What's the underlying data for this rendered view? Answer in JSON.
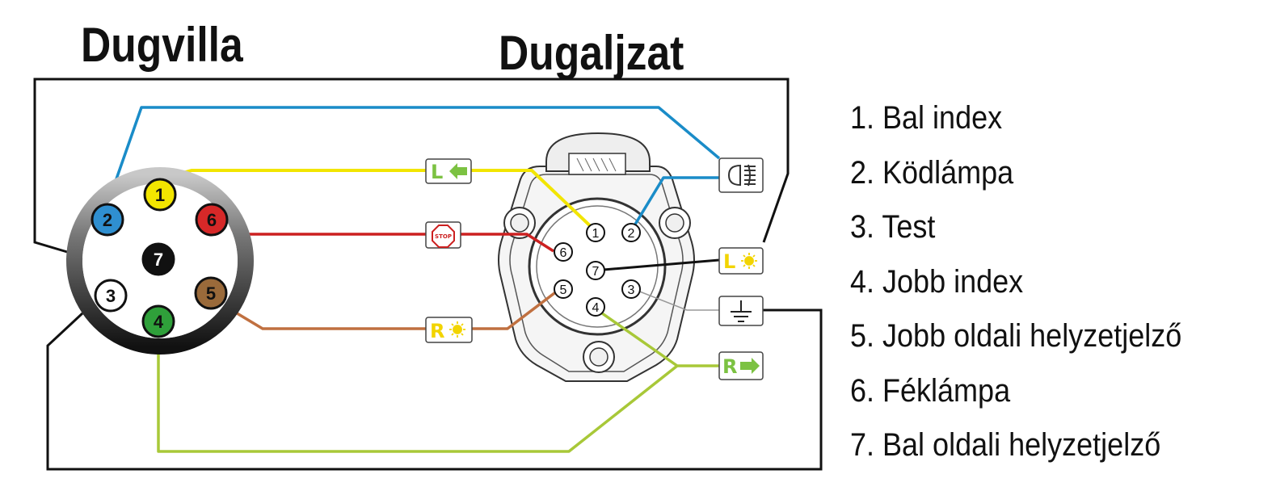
{
  "titles": {
    "plug": "Dugvilla",
    "socket": "Dugaljzat"
  },
  "plug_pins": [
    {
      "label": "1",
      "fill": "#f2e500",
      "text": "#111111"
    },
    {
      "label": "2",
      "fill": "#2f8fd0",
      "text": "#111111"
    },
    {
      "label": "3",
      "fill": "#ffffff",
      "text": "#111111"
    },
    {
      "label": "4",
      "fill": "#2fa03a",
      "text": "#111111"
    },
    {
      "label": "5",
      "fill": "#9a6a3a",
      "text": "#111111"
    },
    {
      "label": "6",
      "fill": "#d62828",
      "text": "#111111"
    },
    {
      "label": "7",
      "fill": "#111111",
      "text": "#ffffff"
    }
  ],
  "socket_pins": [
    "1",
    "2",
    "3",
    "4",
    "5",
    "6",
    "7"
  ],
  "symbols": {
    "left_indicator": {
      "letter": "L",
      "icon": "arrow-left-icon"
    },
    "stop_lamp": {
      "text": "STOP",
      "icon": "stop-sign-icon"
    },
    "right_tail": {
      "letter": "R",
      "icon": "lamp-icon"
    },
    "fog_lamp": {
      "icon": "fog-lamp-icon"
    },
    "left_tail": {
      "letter": "L",
      "icon": "lamp-icon"
    },
    "ground": {
      "icon": "ground-icon"
    },
    "right_indicator": {
      "letter": "R",
      "icon": "arrow-right-icon"
    }
  },
  "wire_colors": {
    "yellow": "#f2e500",
    "blue": "#1a8cc8",
    "red": "#cc2020",
    "brown": "#c07040",
    "green": "#a8c838",
    "black": "#111111",
    "symbol_green": "#7cc242",
    "symbol_yellow": "#f2d400"
  },
  "legend": [
    "1. Bal index",
    "2. Ködlámpa",
    "3. Test",
    "4. Jobb index",
    "5. Jobb oldali helyzetjelző",
    "6. Féklámpa",
    "7. Bal oldali helyzetjelző"
  ]
}
